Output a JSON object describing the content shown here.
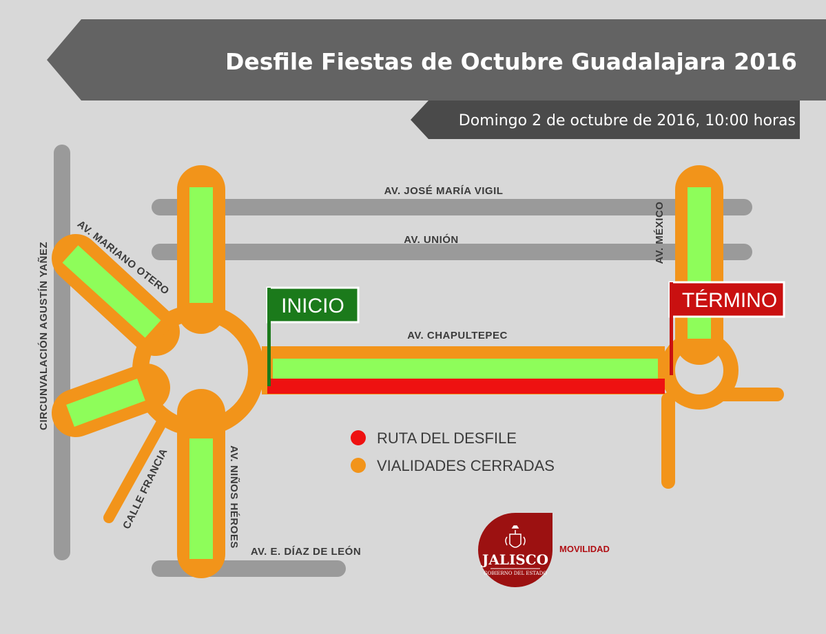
{
  "header": {
    "title": "Desfile Fiestas de Octubre Guadalajara 2016",
    "subtitle": "Domingo 2 de octubre de 2016, 10:00 horas"
  },
  "streets": {
    "vigil": "AV. JOSÉ MARÍA VIGIL",
    "union": "AV. UNIÓN",
    "chapultepec": "AV. CHAPULTEPEC",
    "mexico": "AV. MÉXICO",
    "mariano_otero": "AV. MARIANO OTERO",
    "circunvalacion": "CIRCUNVALACIÓN AGUSTÍN YAÑEZ",
    "calle_francia": "CALLE FRANCIA",
    "ninos_heroes": "AV. NIÑOS HÉROES",
    "diaz_de_leon": "AV. E. DÍAZ DE LEÓN"
  },
  "markers": {
    "inicio": "INICIO",
    "termino": "TÉRMINO"
  },
  "legend": [
    {
      "label": "RUTA DEL DESFILE",
      "color": "#ee1111"
    },
    {
      "label": "VIALIDADES CERRADAS",
      "color": "#f2941a"
    }
  ],
  "logo": {
    "name": "JALISCO",
    "tagline": "GOBIERNO DEL ESTADO",
    "department": "MOVILIDAD"
  },
  "colors": {
    "background": "#d8d8d8",
    "open_road": "#9a9a9a",
    "closed_road": "#f2941a",
    "lane": "#8efd5a",
    "route": "#ee1111",
    "banner": "#636363",
    "inicio_flag": "#1b7a1b",
    "termino_flag": "#c91010",
    "logo": "#9c1111"
  }
}
